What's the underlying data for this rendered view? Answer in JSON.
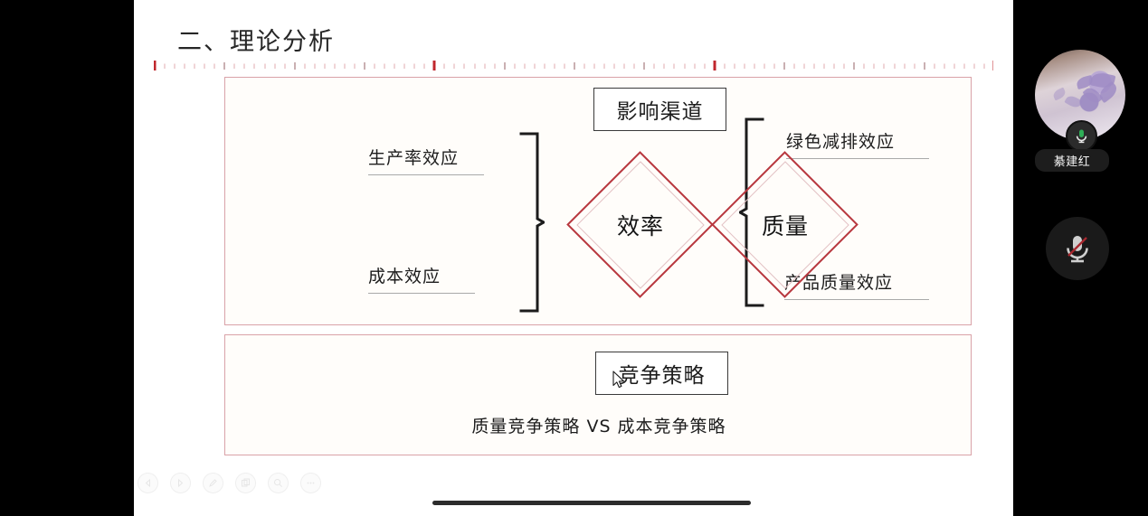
{
  "slide": {
    "title": "二、理论分析",
    "channel_section": {
      "heading": "影响渠道",
      "left_labels": [
        "生产率效应",
        "成本效应"
      ],
      "right_labels": [
        "绿色减排效应",
        "产品质量效应"
      ],
      "diamonds": [
        "效率",
        "质量"
      ]
    },
    "strategy_section": {
      "heading": "竞争策略",
      "comparison": "质量竞争策略  VS  成本竞争策略"
    }
  },
  "toolbar": {
    "items": [
      {
        "name": "previous-slide-button",
        "icon": "triangle-left-icon"
      },
      {
        "name": "next-slide-button",
        "icon": "triangle-right-icon"
      },
      {
        "name": "annotate-button",
        "icon": "pen-icon"
      },
      {
        "name": "duplicate-button",
        "icon": "copy-icon"
      },
      {
        "name": "zoom-button",
        "icon": "magnifier-icon"
      },
      {
        "name": "more-button",
        "icon": "ellipsis-icon"
      }
    ]
  },
  "participant": {
    "name": "綦建红",
    "mic_status": "active",
    "avatar_alt": "avatar"
  },
  "controls": {
    "mute_label": "mic-muted-icon"
  },
  "colors": {
    "rose_border": "#d9a2a8",
    "diamond_outer": "#b8383f",
    "diamond_inner": "#e3c2c4",
    "outline_box": "#3a3a3a",
    "mic_active": "#2fae57",
    "mic_muted_slash": "#a8282f",
    "slide_bg": "#ffffff",
    "rail_bg": "#000000"
  }
}
